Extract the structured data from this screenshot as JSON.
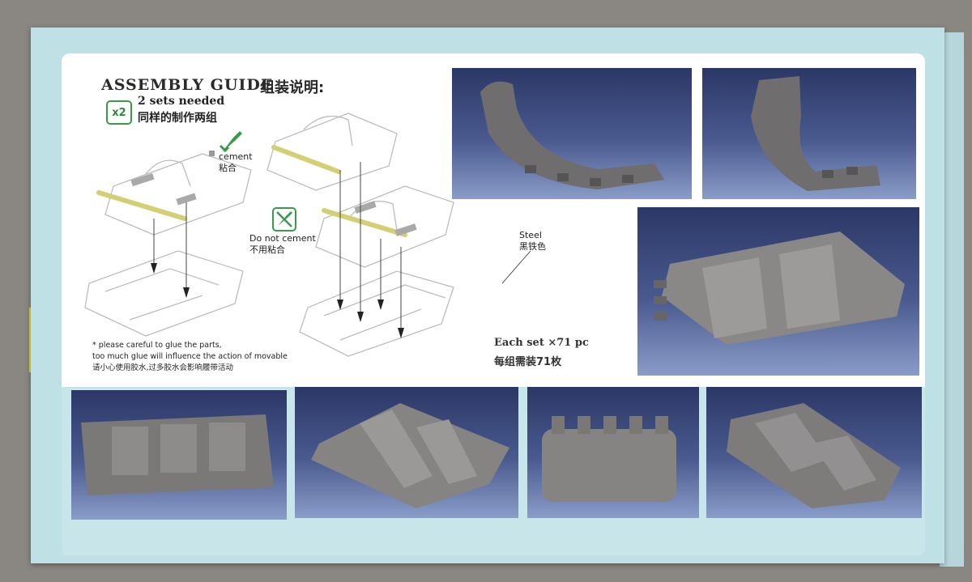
{
  "guide": {
    "title": "ASSEMBLY GUIDE",
    "title_cn": "组装说明:",
    "multiplier": "x2",
    "sets_needed": "2 sets needed",
    "sets_needed_cn": "同样的制作两组",
    "cement": "cement",
    "cement_cn": "粘合",
    "do_not_cement": "Do not cement",
    "do_not_cement_cn": "不用粘合",
    "steel": "Steel",
    "steel_cn": "黑铁色",
    "note_line1": "* please careful to glue the parts,",
    "note_line2": "too much glue will influence the action of movable",
    "note_line3": "请小心使用胶水,过多胶水会影响履带活动",
    "each_set": "Each set  ×71 pc",
    "each_set_cn": "每组需装71枚"
  },
  "colors": {
    "box_background": "#bfe1e6",
    "panel": "#ffffff",
    "photo_backdrop": "#2b3766",
    "track_grey": "#7a7776",
    "accent_green": "#3a9a4a",
    "pin_yellow": "#e4e08a"
  },
  "icons": {
    "cement": "glue-tube-check-icon",
    "no_cement": "glue-tube-cross-icon"
  }
}
